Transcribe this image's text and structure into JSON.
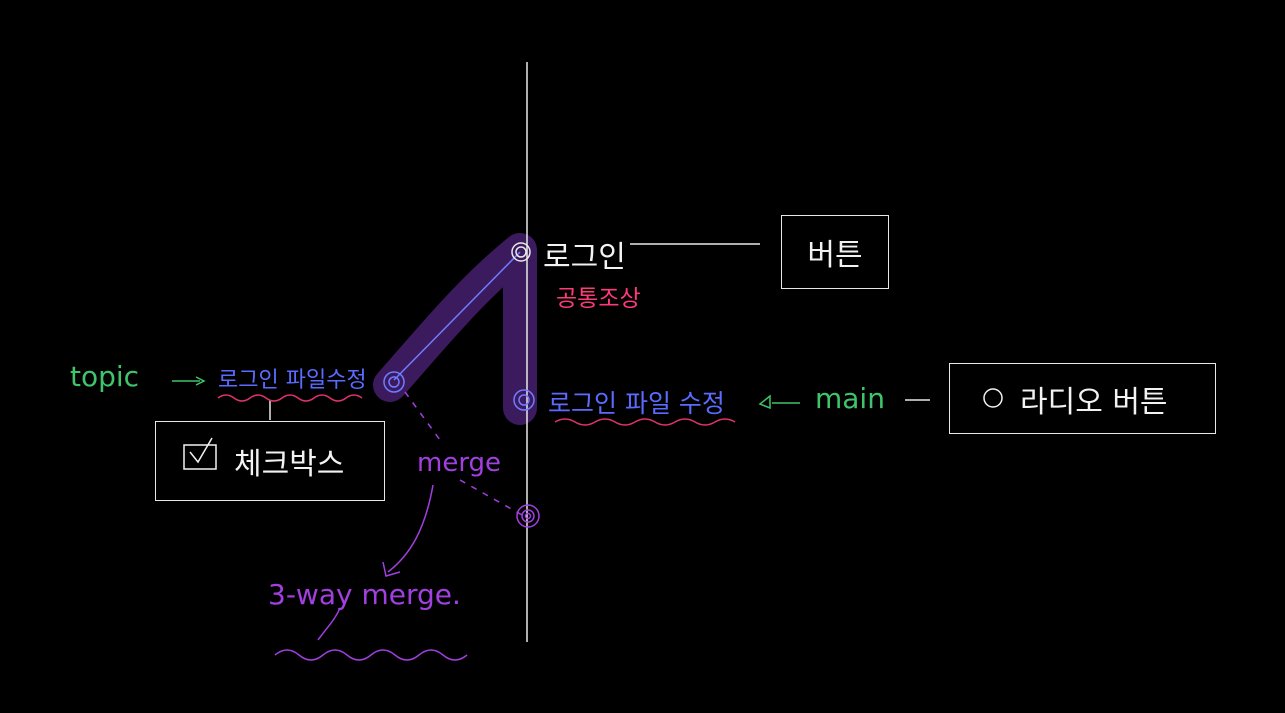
{
  "colors": {
    "background": "#000000",
    "trunk": "#e8e8e8",
    "highlight": "#3c1a5e",
    "commit_blue": "#5a6cff",
    "branch_green": "#3fc46b",
    "underline_red": "#e0336a",
    "merge_purple": "#a13fe0",
    "ancestor_pink": "#ff3a7a",
    "box_border": "#e8e8e8"
  },
  "commits": {
    "login": "로그인",
    "common_ancestor": "공통조상",
    "topic_commit": "로그인 파일수정",
    "main_commit": "로그인 파일 수정"
  },
  "branches": {
    "topic": "topic",
    "main": "main"
  },
  "boxes": {
    "button": "버튼",
    "checkbox": "체크박스",
    "radio": "라디오 버튼"
  },
  "merge": {
    "label": "merge",
    "three_way": "3-way  merge."
  }
}
